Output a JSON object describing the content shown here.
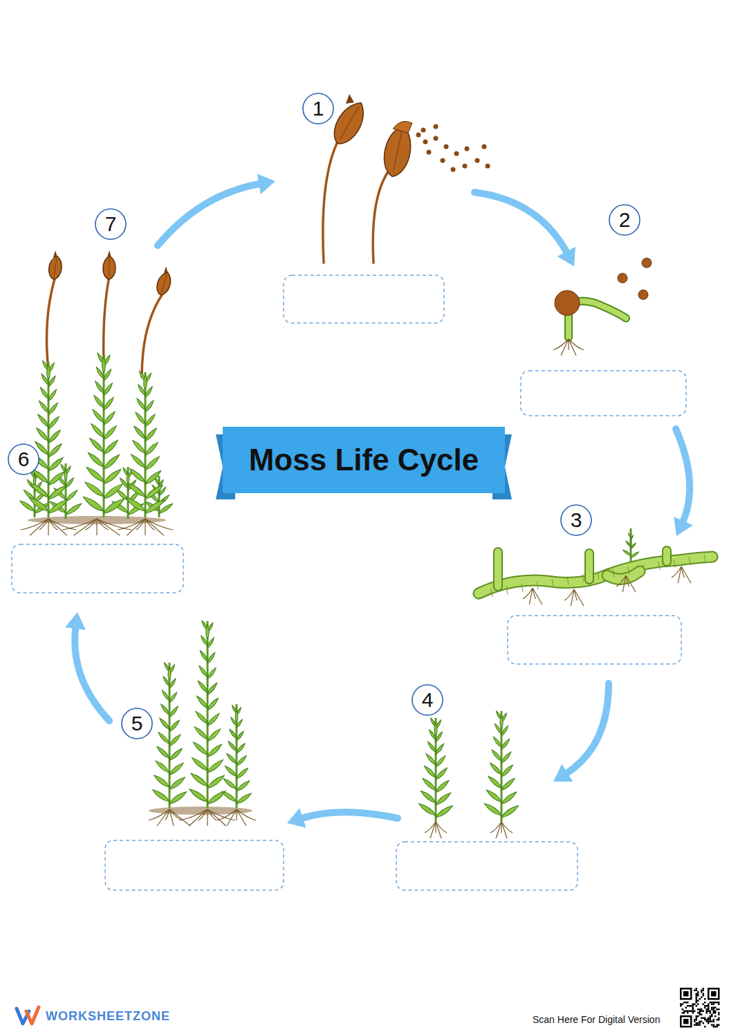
{
  "diagram": {
    "title": "Moss Life Cycle",
    "labels": [
      "1",
      "2",
      "3",
      "4",
      "5",
      "6",
      "7",
      "WORKSHEETZONE",
      "Scan Here For Digital Version"
    ]
  }
}
